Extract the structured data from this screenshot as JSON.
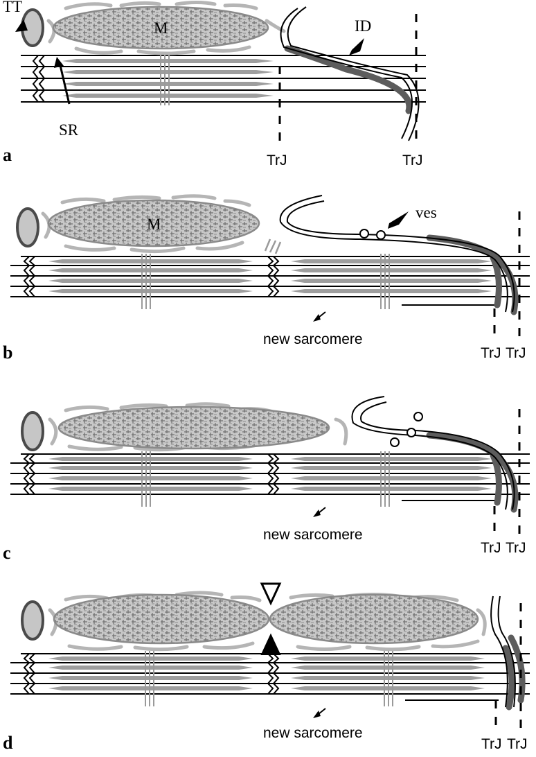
{
  "figure": {
    "panels": [
      {
        "id": "a",
        "letter": "a",
        "labels": {
          "TT": "TT",
          "SR": "SR",
          "M": "M",
          "ID": "ID",
          "TrJ_left": "TrJ",
          "TrJ_right": "TrJ"
        }
      },
      {
        "id": "b",
        "letter": "b",
        "labels": {
          "M": "M",
          "ves": "ves",
          "new_sarcomere": "new sarcomere",
          "TrJ_left": "TrJ",
          "TrJ_right": "TrJ"
        }
      },
      {
        "id": "c",
        "letter": "c",
        "labels": {
          "new_sarcomere": "new sarcomere",
          "TrJ_left": "TrJ",
          "TrJ_right": "TrJ"
        }
      },
      {
        "id": "d",
        "letter": "d",
        "labels": {
          "new_sarcomere": "new sarcomere",
          "TrJ_left": "TrJ",
          "TrJ_right": "TrJ"
        }
      }
    ]
  },
  "colors": {
    "background": "#ffffff",
    "mitochondria_fill": "#c8c8c8",
    "t_tubule_fill": "#c6c6c6",
    "t_tubule_outline": "#4a4a4a",
    "sarcoplasmic_reticulum": "#b5b5b5",
    "intercalated_disc": "#5c5c5c",
    "thick_filament": "#9e9e9e",
    "lines": "#000000"
  }
}
